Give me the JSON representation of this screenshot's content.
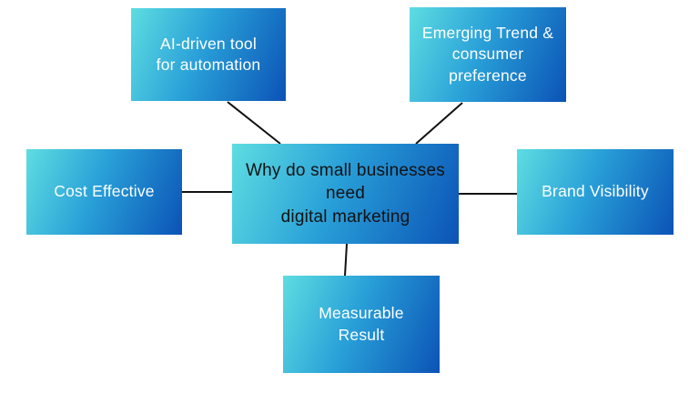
{
  "diagram": {
    "type": "mind-map",
    "background_color": "#ffffff",
    "node_gradient_start": "#5edde1",
    "node_gradient_end": "#0b53b6",
    "connector_color": "#111111",
    "center_text_color": "#121212",
    "branch_text_color": "#ffffff",
    "nodes": {
      "center": {
        "label": "Why do small businesses\nneed\ndigital marketing"
      },
      "ai": {
        "label": "AI-driven tool\nfor automation"
      },
      "emerging": {
        "label": "Emerging Trend &\nconsumer\npreference"
      },
      "cost": {
        "label": "Cost Effective"
      },
      "brand": {
        "label": "Brand Visibility"
      },
      "measurable": {
        "label": "Measurable\nResult"
      }
    },
    "connections": [
      "ai — center",
      "emerging — center",
      "cost — center",
      "brand — center",
      "measurable — center"
    ]
  }
}
